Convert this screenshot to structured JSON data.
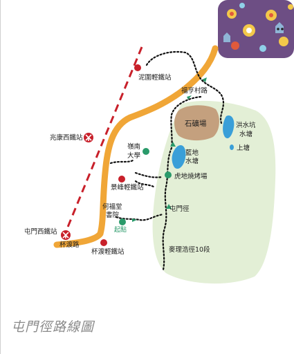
{
  "title": "屯門徑路線圖",
  "colors": {
    "country_park": "#e3efd6",
    "light_rail": "#f0a637",
    "west_rail": "#c8202a",
    "quarry": "#c4a07e",
    "water": "#3a9fd8",
    "hiking_trail": "#111111",
    "station_dot": "#c8202a",
    "poi_dot": "#2a9a6a",
    "decor_bg": "#6d4e84"
  },
  "labels": {
    "nai_wai": "泥圍輕鐵站",
    "fuk_hang_tsuen_road": "福亨村路",
    "quarry": "石礦場",
    "hung_shui_hang_1": "洪水坑",
    "hung_shui_hang_2": "水塘",
    "upper_pond": "上塘",
    "siu_hong": "兆康西鐵站",
    "lingnan_1": "嶺南",
    "lingnan_2": "大學",
    "lam_tei_1": "藍地",
    "lam_tei_2": "水塘",
    "king_fung": "景峰輕鐵站",
    "tiger_bbq": "虎地燒烤場",
    "ho_fuk_tong_1": "何福堂",
    "ho_fuk_tong_2": "書院",
    "tuen_mun_trail": "屯門徑",
    "start": "起點",
    "tuen_mun_station": "屯門西鐵站",
    "pui_to_road": "杯渡路",
    "pui_to_station": "杯渡輕鐵站",
    "maclehose": "麥理浩徑10段"
  },
  "icons": {
    "mtr_logo": "mtr-logo-icon",
    "trail_arrow": "trail-arrow-icon",
    "decor": "cartoon-owl-pattern"
  }
}
